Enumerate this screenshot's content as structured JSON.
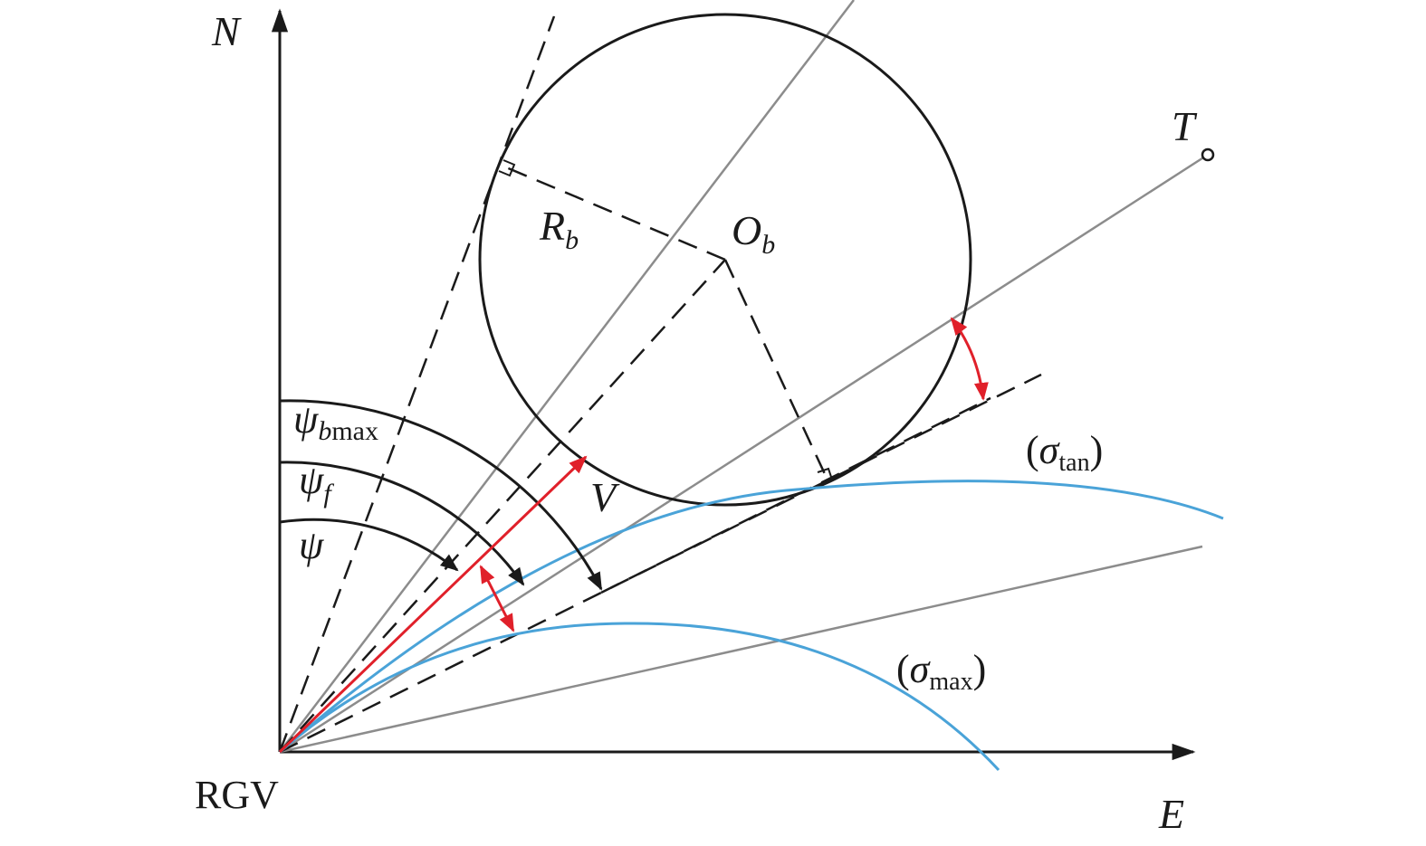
{
  "labels": {
    "axis_n": "N",
    "axis_e": "E",
    "origin": "RGV",
    "target": "T",
    "radius": "R",
    "radius_sub": "b",
    "center": "O",
    "center_sub": "b",
    "velocity": "V",
    "psi": "ψ",
    "psi_f": "ψ",
    "psi_f_sub": "f",
    "psi_bmax": "ψ",
    "psi_bmax_sub": "b",
    "psi_bmax_sub2": "max",
    "sigma_tan_open": "(",
    "sigma_tan_sym": "σ",
    "sigma_tan_sub": "tan",
    "sigma_tan_close": ")",
    "sigma_max_open": "(",
    "sigma_max_sym": "σ",
    "sigma_max_sub": "max",
    "sigma_max_close": ")"
  },
  "colors": {
    "axis": "#1a1a1a",
    "dashed": "#1a1a1a",
    "gray_line": "#8c8c8c",
    "curve": "#4aa3d8",
    "red": "#e0202a"
  }
}
